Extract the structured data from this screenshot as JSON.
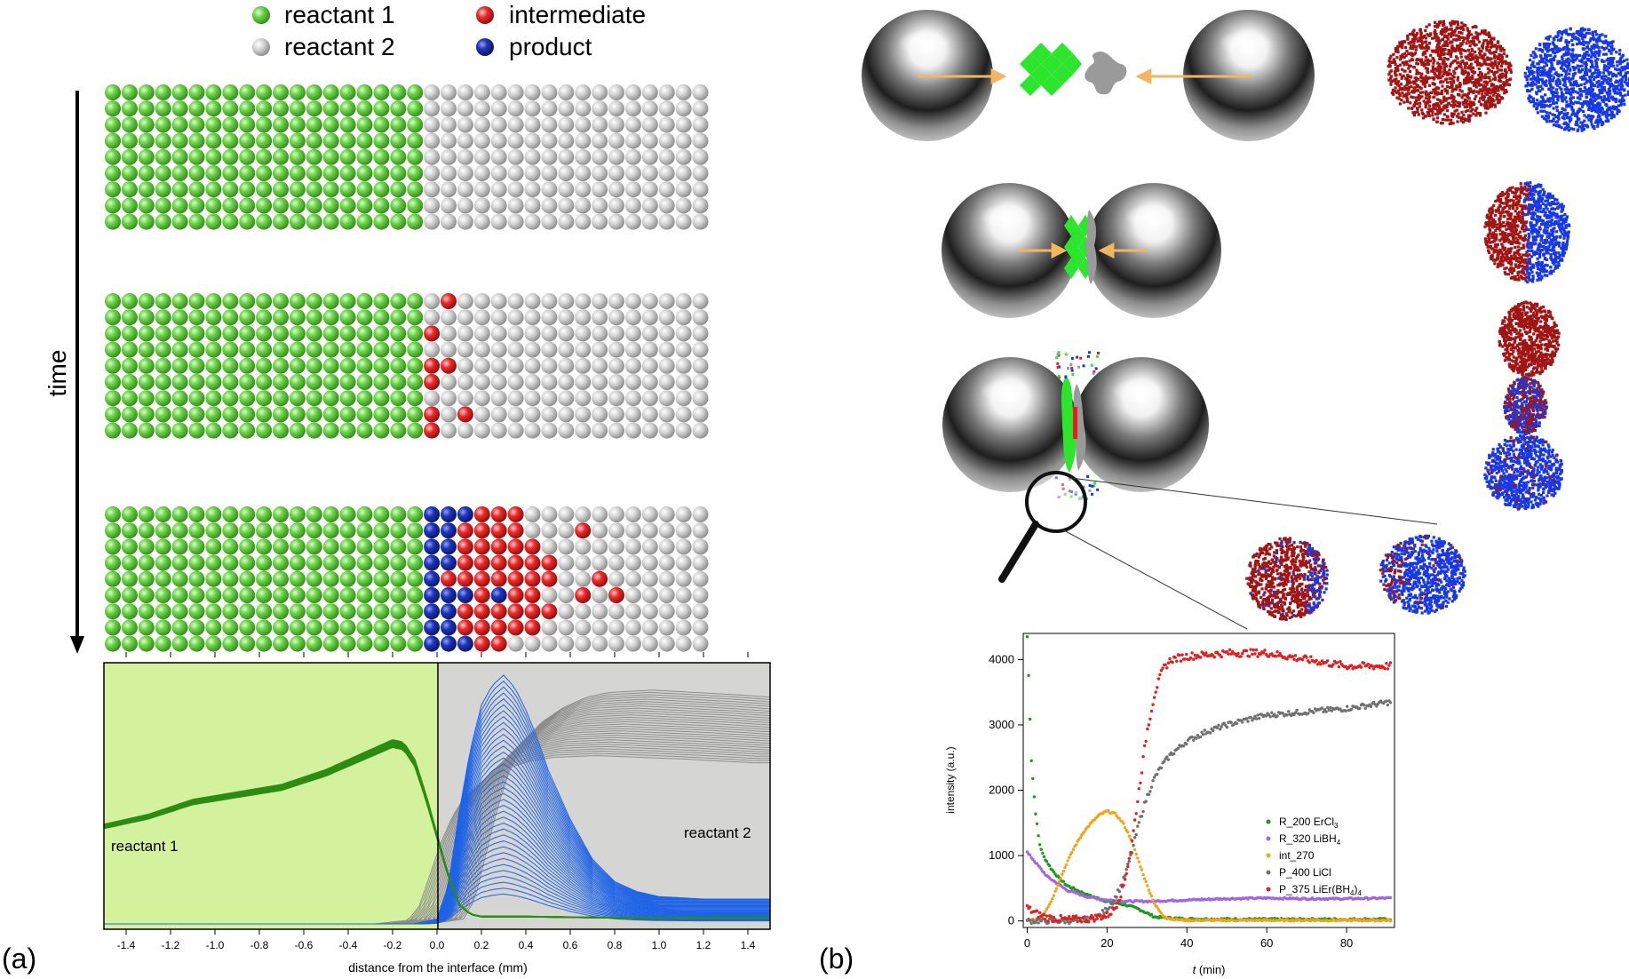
{
  "panel_a": {
    "panel_label": "(a)",
    "legend": [
      {
        "label": "reactant 1",
        "color": "#59c636"
      },
      {
        "label": "reactant 2",
        "color": "#c8c8c8"
      },
      {
        "label": "intermediate",
        "color": "#e51f1f"
      },
      {
        "label": "product",
        "color": "#1a2ea8"
      }
    ],
    "time_label": "time",
    "colors": {
      "reactant1": "#59c636",
      "reactant2": "#c8c8c8",
      "intermediate": "#e51f1f",
      "product": "#1a2ea8"
    },
    "grids": [
      {
        "rows": 9,
        "cols": 36,
        "cells": [
          "GGGGGGGGGGGGGGGGGGGRRRRRRRRRRRRRRRRR",
          "GGGGGGGGGGGGGGGGGGGRRRRRRRRRRRRRRRRR",
          "GGGGGGGGGGGGGGGGGGGRRRRRRRRRRRRRRRRR",
          "GGGGGGGGGGGGGGGGGGGRRRRRRRRRRRRRRRRR",
          "GGGGGGGGGGGGGGGGGGGRRRRRRRRRRRRRRRRR",
          "GGGGGGGGGGGGGGGGGGGRRRRRRRRRRRRRRRRR",
          "GGGGGGGGGGGGGGGGGGGRRRRRRRRRRRRRRRRR",
          "GGGGGGGGGGGGGGGGGGGRRRRRRRRRRRRRRRRR",
          "GGGGGGGGGGGGGGGGGGGRRRRRRRRRRRRRRRRR"
        ]
      },
      {
        "rows": 9,
        "cols": 36,
        "cells": [
          "GGGGGGGGGGGGGGGGGGGRIRRRRRRRRRRRRRRR",
          "GGGGGGGGGGGGGGGGGGGRRRRRRRRRRRRRRRRR",
          "GGGGGGGGGGGGGGGGGGGIRRRRRRRRRRRRRRRR",
          "GGGGGGGGGGGGGGGGGGGRRRRRRRRRRRRRRRRR",
          "GGGGGGGGGGGGGGGGGGGIIRRRRRRRRRRRRRRR",
          "GGGGGGGGGGGGGGGGGGGIRRRRRRRRRRRRRRRR",
          "GGGGGGGGGGGGGGGGGGGRRRRRRRRRRRRRRRRR",
          "GGGGGGGGGGGGGGGGGGGIRIRRRRRRRRRRRRRR",
          "GGGGGGGGGGGGGGGGGGGIRRRRRRRRRRRRRRRR"
        ]
      },
      {
        "rows": 9,
        "cols": 36,
        "cells": [
          "GGGGGGGGGGGGGGGGGGGPPPIIIRRRRRRRRRRR",
          "GGGGGGGGGGGGGGGGGGGPPIIIIRRRIRRRRRRR",
          "GGGGGGGGGGGGGGGGGGGPPIIIIIRRRRRRRRRR",
          "GGGGGGGGGGGGGGGGGGGPPIIIIIIRRRRRRRRR",
          "GGGGGGGGGGGGGGGGGGGPIIIIIIIRRIRRRRRR",
          "GGGGGGGGGGGGGGGGGGGPPPIPIIRRIRIRRRRR",
          "GGGGGGGGGGGGGGGGGGGPPIIIIIIRRRRRRRRR",
          "GGGGGGGGGGGGGGGGGGGPPIIIIIRRRRRRRRRR",
          "GGGGGGGGGGGGGGGGGGGPPPIIRRRRRRRRRRRR"
        ]
      }
    ]
  },
  "chart_data": [
    {
      "type": "line",
      "title": "",
      "xlabel": "distance from the interface (mm)",
      "ylabel": "",
      "xlim": [
        -1.5,
        1.5
      ],
      "x_ticks": [
        "-1.4",
        "-1.2",
        "-1.0",
        "-0.8",
        "-0.6",
        "-0.4",
        "-0.2",
        "0.0",
        "0.2",
        "0.4",
        "0.6",
        "0.8",
        "1.0",
        "1.2",
        "1.4"
      ],
      "region_labels": [
        "reactant 1",
        "reactant 2"
      ],
      "grid": false,
      "series": [
        {
          "color": "#2c8c14",
          "x": [
            -1.5,
            -1.3,
            -1.1,
            -0.9,
            -0.7,
            -0.5,
            -0.35,
            -0.2,
            -0.15,
            -0.1,
            -0.05,
            0.0,
            0.05,
            0.1,
            0.15,
            0.2,
            0.4,
            0.8,
            1.2,
            1.5
          ],
          "y": [
            0.4,
            0.44,
            0.5,
            0.53,
            0.56,
            0.62,
            0.68,
            0.74,
            0.73,
            0.66,
            0.52,
            0.36,
            0.2,
            0.08,
            0.04,
            0.03,
            0.03,
            0.025,
            0.025,
            0.025
          ]
        },
        {
          "color": "#8c8c8c",
          "x": [
            -1.5,
            -0.2,
            -0.05,
            0.0,
            0.05,
            0.1,
            0.15,
            0.2,
            0.3,
            0.4,
            0.5,
            0.6,
            0.8,
            1.0,
            1.2,
            1.5
          ],
          "y": [
            0.0,
            0.0,
            0.02,
            0.1,
            0.28,
            0.46,
            0.6,
            0.7,
            0.81,
            0.87,
            0.91,
            0.93,
            0.94,
            0.93,
            0.92,
            0.9
          ]
        },
        {
          "color": "#1f63e6",
          "x": [
            -1.5,
            -0.1,
            0.0,
            0.05,
            0.1,
            0.15,
            0.2,
            0.25,
            0.3,
            0.35,
            0.4,
            0.45,
            0.5,
            0.6,
            0.7,
            0.8,
            0.9,
            1.0,
            1.2,
            1.5
          ],
          "y": [
            0.0,
            0.0,
            0.02,
            0.15,
            0.45,
            0.7,
            0.88,
            0.96,
            1.0,
            0.95,
            0.86,
            0.75,
            0.62,
            0.42,
            0.26,
            0.17,
            0.13,
            0.11,
            0.1,
            0.1
          ]
        }
      ]
    },
    {
      "type": "scatter",
      "title": "",
      "xlabel": "t (min)",
      "ylabel": "intensity (a.u.)",
      "xlim": [
        -1,
        92
      ],
      "ylim": [
        -100,
        4400
      ],
      "x_ticks": [
        0,
        20,
        40,
        60,
        80
      ],
      "y_ticks": [
        0,
        1000,
        2000,
        3000,
        4000
      ],
      "grid": false,
      "legend_position": "right",
      "series": [
        {
          "name": "R_200 ErCl3",
          "color": "#1e9a1e",
          "x": [
            0,
            0.5,
            1,
            2,
            3,
            4,
            6,
            8,
            10,
            15,
            20,
            25,
            28,
            32,
            40,
            60,
            80,
            91
          ],
          "y": [
            4350,
            3500,
            2500,
            1700,
            1200,
            1000,
            800,
            650,
            540,
            400,
            300,
            240,
            180,
            60,
            30,
            25,
            25,
            25
          ]
        },
        {
          "name": "R_320 LiBH4",
          "color": "#a366e0",
          "x": [
            0,
            2,
            5,
            10,
            15,
            20,
            25,
            30,
            35,
            40,
            50,
            60,
            70,
            80,
            91
          ],
          "y": [
            1050,
            900,
            680,
            470,
            370,
            320,
            300,
            300,
            310,
            320,
            340,
            350,
            340,
            340,
            350
          ]
        },
        {
          "name": "int_270",
          "color": "#f2a318",
          "x": [
            0,
            2,
            4,
            6,
            8,
            10,
            12,
            14,
            16,
            18,
            20,
            22,
            24,
            26,
            28,
            30,
            32,
            34,
            36,
            40,
            60,
            91
          ],
          "y": [
            0,
            20,
            100,
            300,
            600,
            900,
            1150,
            1350,
            1500,
            1620,
            1680,
            1640,
            1500,
            1250,
            900,
            550,
            250,
            80,
            30,
            10,
            10,
            10
          ]
        },
        {
          "name": "P_400 LiCl",
          "color": "#707070",
          "x": [
            0,
            10,
            15,
            18,
            20,
            22,
            24,
            26,
            28,
            30,
            32,
            34,
            36,
            40,
            45,
            50,
            55,
            60,
            70,
            80,
            91
          ],
          "y": [
            0,
            0,
            20,
            80,
            180,
            350,
            600,
            1000,
            1500,
            1900,
            2200,
            2400,
            2550,
            2750,
            2900,
            3000,
            3080,
            3150,
            3200,
            3250,
            3350
          ]
        },
        {
          "name": "P_375 LiEr(BH4)4",
          "color": "#e81c1c",
          "x": [
            0,
            2,
            5,
            10,
            15,
            20,
            22,
            24,
            26,
            28,
            30,
            32,
            34,
            36,
            40,
            50,
            60,
            70,
            80,
            91
          ],
          "y": [
            200,
            120,
            50,
            20,
            30,
            80,
            200,
            500,
            1100,
            2000,
            2900,
            3500,
            3850,
            4000,
            4050,
            4100,
            4100,
            4000,
            3900,
            3900
          ]
        }
      ]
    }
  ],
  "panel_b": {
    "panel_label": "(b)",
    "legend_labels": [
      {
        "prefix": "R_200 ErCl",
        "sub": "3",
        "suffix": ""
      },
      {
        "prefix": "R_320 LiBH",
        "sub": "4",
        "suffix": ""
      },
      {
        "prefix": "int_270",
        "sub": "",
        "suffix": ""
      },
      {
        "prefix": "P_400 LiCl",
        "sub": "",
        "suffix": ""
      },
      {
        "prefix": "P_375 LiEr(BH",
        "sub": "4",
        "suffix": ")",
        "sub2": "4"
      }
    ],
    "axis_x_prefix": "t",
    "axis_x_suffix": " (min)",
    "colors": {
      "red_particle": "#a11515",
      "blue_particle": "#1838e6",
      "arrow": "#f2b661",
      "steel_light": "#ffffff",
      "steel_dark": "#2a2a2a"
    }
  }
}
